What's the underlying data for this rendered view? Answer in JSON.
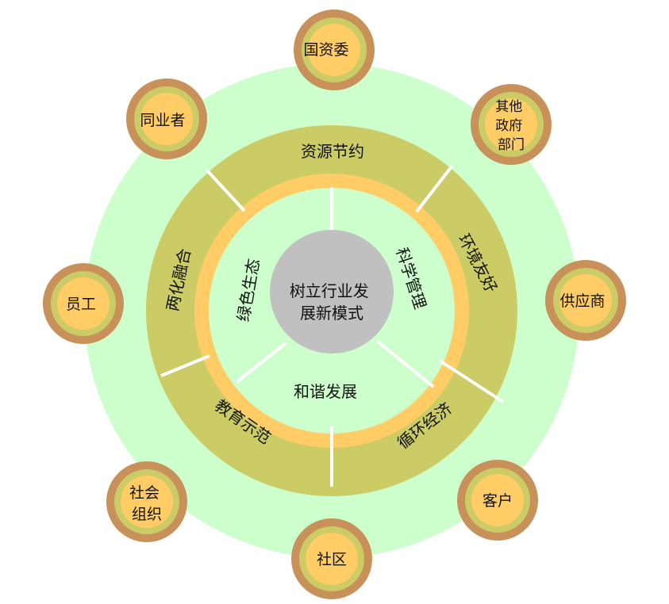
{
  "center": {
    "lines": [
      "树立行业发",
      "展新模式"
    ]
  },
  "inner_segments": [
    {
      "label": "绿色生态"
    },
    {
      "label": "科学管理"
    },
    {
      "label": "和谐发展"
    }
  ],
  "outer_segments": [
    {
      "label": "资源节约"
    },
    {
      "label": "环境友好"
    },
    {
      "label": "循环经济"
    },
    {
      "label": "教育示范"
    },
    {
      "label": "两化融合"
    }
  ],
  "stakeholders": [
    {
      "lines": [
        "国资委"
      ]
    },
    {
      "lines": [
        "其他",
        "政府",
        "部门"
      ]
    },
    {
      "lines": [
        "供应商"
      ]
    },
    {
      "lines": [
        "客户"
      ]
    },
    {
      "lines": [
        "社区"
      ]
    },
    {
      "lines": [
        "社会",
        "组织"
      ]
    },
    {
      "lines": [
        "员工"
      ]
    },
    {
      "lines": [
        "同业者"
      ]
    }
  ],
  "colors": {
    "background": "#ffffff",
    "outer_disc": "#ccffcc",
    "outer_ring": "#cccc66",
    "inner_ring_band": "#ffcc66",
    "inner_disc": "#ccffcc",
    "center": "#c0c0c0",
    "divider": "#ffffff",
    "node_outer": "#c8915a",
    "node_middle": "#cccc66",
    "node_inner": "#ffcc66"
  }
}
